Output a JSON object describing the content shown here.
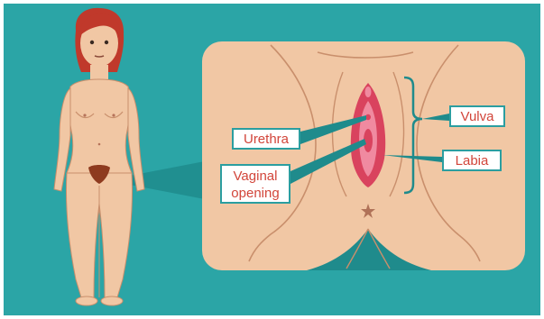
{
  "labels": {
    "urethra": "Urethra",
    "vaginal_opening": "Vaginal opening",
    "vulva": "Vulva",
    "labia": "Labia"
  },
  "colors": {
    "background": "#2aa6a6",
    "skin": "#f1c7a4",
    "skin_outline": "#c98f6c",
    "hair": "#c0392b",
    "pubic_hair": "#8e3b1f",
    "labia_outer": "#d9435e",
    "labia_inner": "#f08aa0",
    "label_text": "#d2453a",
    "leader": "#1f8a8a"
  }
}
